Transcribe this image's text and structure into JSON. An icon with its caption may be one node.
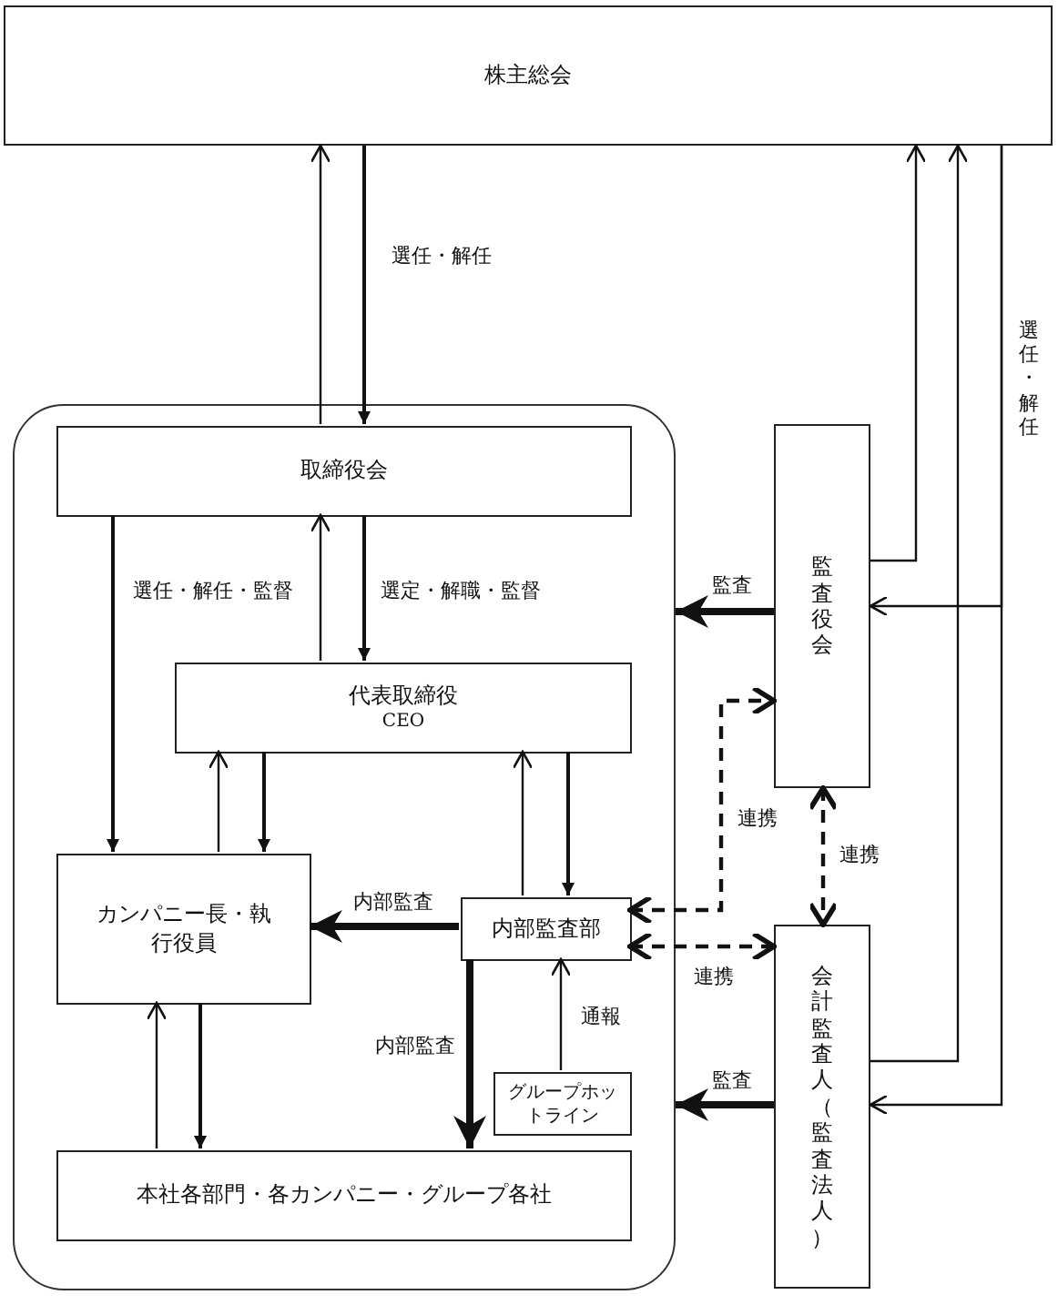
{
  "diagram": {
    "nodes": [
      {
        "text": [
          "株主総会"
        ]
      },
      {
        "text": [],
        "shape": "box"
      },
      {
        "text": [
          "取締役会"
        ],
        "in": 1
      },
      {
        "text": [
          "代表取締役",
          "CEO"
        ],
        "in": 1
      },
      {
        "text": [
          "カンパニー長・執行役員"
        ],
        "in": 1
      },
      {
        "text": [
          "内部監査部"
        ],
        "in": 1
      },
      {
        "text": [
          "グループホットライン"
        ],
        "in": 1
      },
      {
        "text": [
          "本社各部門・各カンパニー・グループ各社"
        ],
        "in": 1
      },
      {
        "text": [
          "監査役会"
        ]
      },
      {
        "text": [
          "会計監査人（監査法人）"
        ]
      }
    ],
    "edges": [
      {
        "from": 0,
        "to": 2,
        "arrow": "to",
        "label": "選任・解任"
      },
      {
        "from": 2,
        "to": 0,
        "arrow": "to"
      },
      {
        "from": 2,
        "to": 4,
        "arrow": "to",
        "label": "選任・解任・監督"
      },
      {
        "from": 3,
        "to": 2,
        "arrow": "to"
      },
      {
        "from": 2,
        "to": 3,
        "arrow": "to",
        "label": "選定・解職・監督"
      },
      {
        "from": 4,
        "to": 3,
        "arrow": "to"
      },
      {
        "from": 3,
        "to": 4,
        "arrow": "to"
      },
      {
        "from": 5,
        "to": 3,
        "arrow": "to"
      },
      {
        "from": 3,
        "to": 5,
        "arrow": "to"
      },
      {
        "from": 5,
        "to": 4,
        "arrow": "to",
        "label": "内部監査",
        "style": "thick"
      },
      {
        "from": 5,
        "to": 7,
        "arrow": "to",
        "label": "内部監査",
        "style": "thick"
      },
      {
        "from": 6,
        "to": 5,
        "arrow": "to",
        "label": "通報"
      },
      {
        "from": 7,
        "to": 4,
        "arrow": "to"
      },
      {
        "from": 4,
        "to": 7,
        "arrow": "to"
      },
      {
        "from": 8,
        "to": 1,
        "arrow": "to",
        "label": "監査",
        "style": "thick"
      },
      {
        "from": 9,
        "to": 1,
        "arrow": "to",
        "label": "監査",
        "style": "thick"
      },
      {
        "from": 8,
        "to": 9,
        "arrow": "both",
        "label": "連携",
        "style": "dashed"
      },
      {
        "from": 5,
        "to": 8,
        "arrow": "both",
        "label": "連携",
        "style": "dashed"
      },
      {
        "from": 5,
        "to": 9,
        "arrow": "both",
        "label": "連携",
        "style": "dashed"
      },
      {
        "from": 8,
        "to": 0,
        "arrow": "to"
      },
      {
        "from": 9,
        "to": 0,
        "arrow": "to"
      },
      {
        "from": 0,
        "to": 8,
        "arrow": "to",
        "label": "選任・解任"
      },
      {
        "from": 0,
        "to": 9,
        "arrow": "to"
      }
    ]
  }
}
